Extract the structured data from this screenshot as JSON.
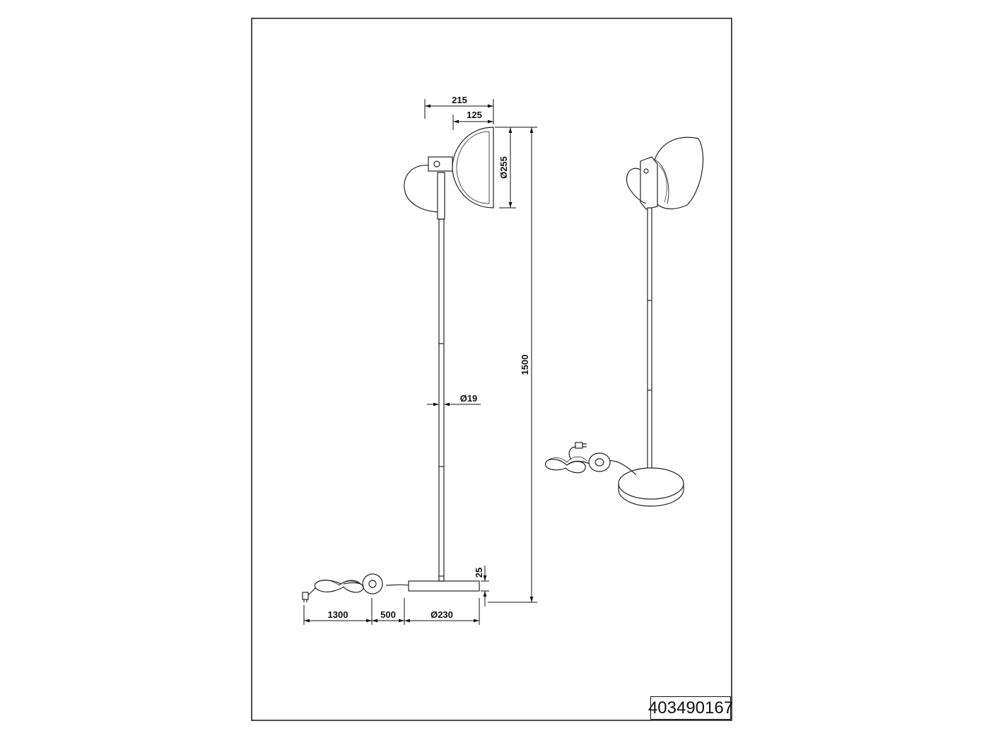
{
  "drawing": {
    "article_number": "403490167",
    "dimensions": {
      "total_width_top": "215",
      "shade_depth": "125",
      "shade_diameter": "Ø255",
      "total_height": "1500",
      "pole_diameter": "Ø19",
      "base_height": "25",
      "cable_length": "1300",
      "cable_to_switch": "500",
      "base_diameter": "Ø230"
    }
  }
}
